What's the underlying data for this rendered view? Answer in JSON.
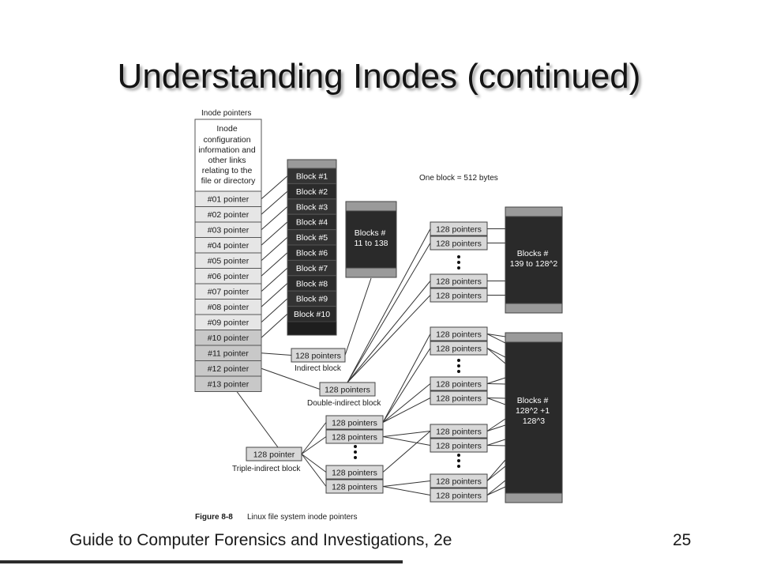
{
  "slide": {
    "title": "Understanding Inodes (continued)",
    "footer": "Guide to Computer Forensics and Investigations, 2e",
    "page_number": "25"
  },
  "figure": {
    "inode_header": "Inode pointers",
    "inode_config": [
      "Inode",
      "configuration",
      "information and",
      "other links",
      "relating to the",
      "file or directory"
    ],
    "inode_pointers": [
      "#01 pointer",
      "#02 pointer",
      "#03 pointer",
      "#04 pointer",
      "#05 pointer",
      "#06 pointer",
      "#07 pointer",
      "#08 pointer",
      "#09 pointer",
      "#10 pointer",
      "#11 pointer",
      "#12 pointer",
      "#13 pointer"
    ],
    "direct_blocks": [
      "Block #1",
      "Block #2",
      "Block #3",
      "Block #4",
      "Block #5",
      "Block #6",
      "Block #7",
      "Block #8",
      "Block #9",
      "Block #10"
    ],
    "block_size_note": "One block = 512 bytes",
    "blocks_11_138": [
      "Blocks #",
      "11 to 138"
    ],
    "blocks_139": [
      "Blocks #",
      "139 to 128^2"
    ],
    "blocks_big": [
      "Blocks #",
      "128^2 +1",
      "128^3"
    ],
    "pointers_128": "128 pointers",
    "pointer_128_single": "128 pointer",
    "indirect_label": "Indirect block",
    "double_indirect_label": "Double-indirect block",
    "triple_indirect_label": "Triple-indirect block",
    "caption_number": "Figure 8-8",
    "caption_text": "Linux file system inode pointers"
  }
}
